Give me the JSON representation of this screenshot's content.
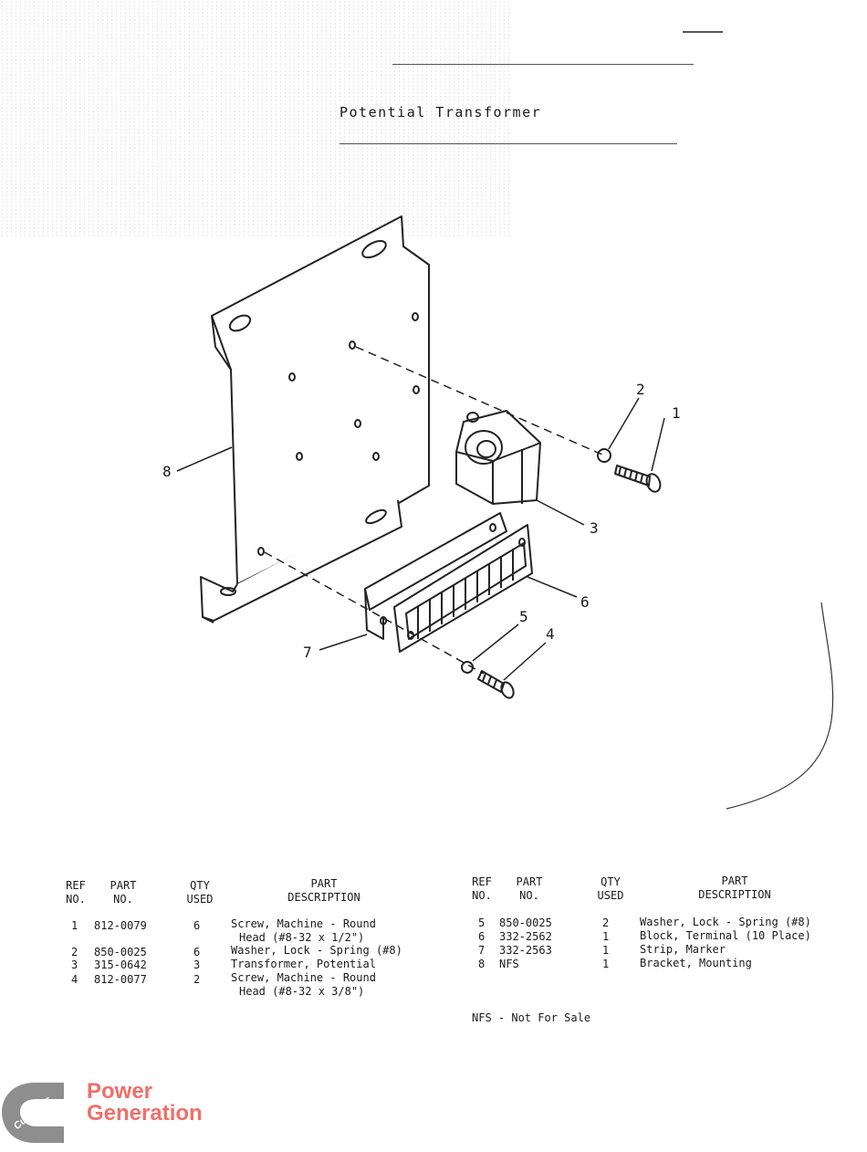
{
  "page": {
    "title": "Potential Transformer",
    "footnote": "NFS - Not For Sale"
  },
  "diagram": {
    "callouts": [
      "1",
      "2",
      "3",
      "4",
      "5",
      "6",
      "7",
      "8"
    ]
  },
  "parts_table": {
    "headers": {
      "ref_line1": "REF",
      "ref_line2": "NO.",
      "part_line1": "PART",
      "part_line2": "NO.",
      "qty_line1": "QTY",
      "qty_line2": "USED",
      "desc_line1": "PART",
      "desc_line2": "DESCRIPTION"
    },
    "left_rows": [
      {
        "ref": "1",
        "part": "812-0079",
        "qty": "6",
        "desc": "Screw, Machine - Round",
        "desc2": "Head (#8-32 x 1/2\")"
      },
      {
        "ref": "2",
        "part": "850-0025",
        "qty": "6",
        "desc": "Washer, Lock - Spring (#8)",
        "desc2": ""
      },
      {
        "ref": "3",
        "part": "315-0642",
        "qty": "3",
        "desc": "Transformer, Potential",
        "desc2": ""
      },
      {
        "ref": "4",
        "part": "812-0077",
        "qty": "2",
        "desc": "Screw, Machine - Round",
        "desc2": "Head (#8-32 x 3/8\")"
      }
    ],
    "right_rows": [
      {
        "ref": "5",
        "part": "850-0025",
        "qty": "2",
        "desc": "Washer, Lock - Spring (#8)"
      },
      {
        "ref": "6",
        "part": "332-2562",
        "qty": "1",
        "desc": "Block, Terminal (10 Place)"
      },
      {
        "ref": "7",
        "part": "332-2563",
        "qty": "1",
        "desc": "Strip, Marker"
      },
      {
        "ref": "8",
        "part": "NFS",
        "qty": "1",
        "desc": "Bracket, Mounting"
      }
    ]
  },
  "logo": {
    "brand": "Cummins",
    "line1": "Power",
    "line2": "Generation",
    "color": "#ef6f6a",
    "mark_color": "#8e8e8e"
  }
}
